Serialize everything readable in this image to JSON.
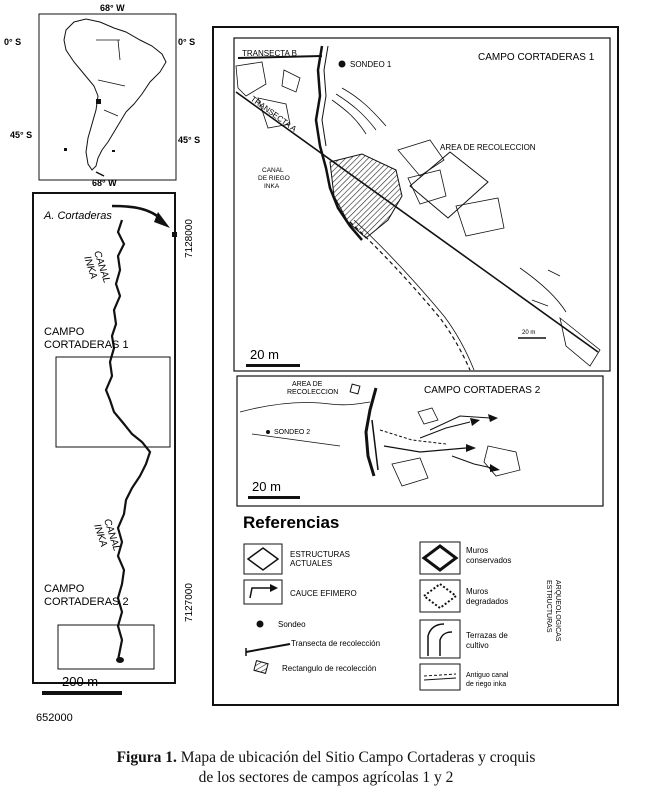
{
  "inset_map": {
    "lon_top": "68° W",
    "lon_bottom": "68° W",
    "lat_0_left": "0° S",
    "lat_0_right": "0° S",
    "lat_45_left": "45° S",
    "lat_45_right": "45° S"
  },
  "location_map": {
    "site_label": "A. Cortaderas",
    "canal_label_1": [
      "CANAL",
      "INKA"
    ],
    "canal_label_2": [
      "CANAL",
      "INKA"
    ],
    "campo1_label": [
      "CAMPO",
      "CORTADERAS 1"
    ],
    "campo2_label": [
      "CAMPO",
      "CORTADERAS 2"
    ],
    "northing_top": "7128000",
    "northing_bottom": "7127000",
    "easting": "652000",
    "scale": "200 m"
  },
  "campo1": {
    "title": "CAMPO CORTADERAS 1",
    "transecta_b": "TRANSECTA B",
    "sondeo": "SONDEO 1",
    "transecta_a": "TRANSECTA A",
    "area_recoleccion": "AREA DE RECOLECCION",
    "canal_riego": [
      "CANAL",
      "DE RIEGO",
      "INKA"
    ],
    "small_scale": "20 m",
    "scale": "20 m"
  },
  "campo2": {
    "title": "CAMPO CORTADERAS 2",
    "area_recoleccion": [
      "AREA DE",
      "RECOLECCION"
    ],
    "sondeo": "SONDEO 2",
    "scale": "20 m"
  },
  "legend": {
    "title": "Referencias",
    "estructuras_actuales": [
      "ESTRUCTURAS",
      "ACTUALES"
    ],
    "cauce_efimero": "CAUCE EFIMERO",
    "sondeo": "Sondeo",
    "transecta": "Transecta de recolección",
    "rectangulo": "Rectangulo de recolección",
    "muros_conservados": [
      "Muros",
      "conservados"
    ],
    "muros_degradados": [
      "Muros",
      "degradados"
    ],
    "terrazas": [
      "Terrazas de",
      "cultivo"
    ],
    "antiguo_canal": [
      "Antiguo canal",
      "de riego inka"
    ],
    "estructuras_arqueologicas": [
      "ESTRUCTURAS",
      "ARQUEOLOGICAS"
    ]
  },
  "caption": {
    "label": "Figura 1.",
    "line1": "Mapa de ubicación del Sitio Campo Cortaderas y croquis",
    "line2": "de los sectores de campos agrícolas 1 y 2"
  }
}
